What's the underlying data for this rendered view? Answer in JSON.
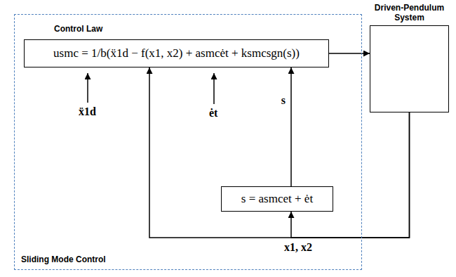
{
  "diagram": {
    "nodes": [
      {
        "text": [
          "Sliding Mode Control"
        ]
      },
      {
        "text": [
          "Control Law",
          "usmc = 1/b(ẍ1d − f(x1, x2) + asmcėt + ksmcsgn(s))"
        ],
        "in": 0
      },
      {
        "text": [
          "s = asmcet + ėt"
        ],
        "in": 0
      },
      {
        "text": [
          "Driven-Pendulum System"
        ]
      }
    ],
    "edges": [
      {
        "from": 1,
        "to": 3,
        "arrow": "to"
      },
      {
        "from": 2,
        "to": 1,
        "arrow": "to",
        "label": "s"
      },
      {
        "from": 3,
        "to": 1,
        "arrow": "to"
      },
      {
        "from": 3,
        "to": 2,
        "arrow": "to",
        "label": "x1, x2"
      }
    ],
    "labels": [
      "ẍ1d",
      "ėt"
    ]
  }
}
